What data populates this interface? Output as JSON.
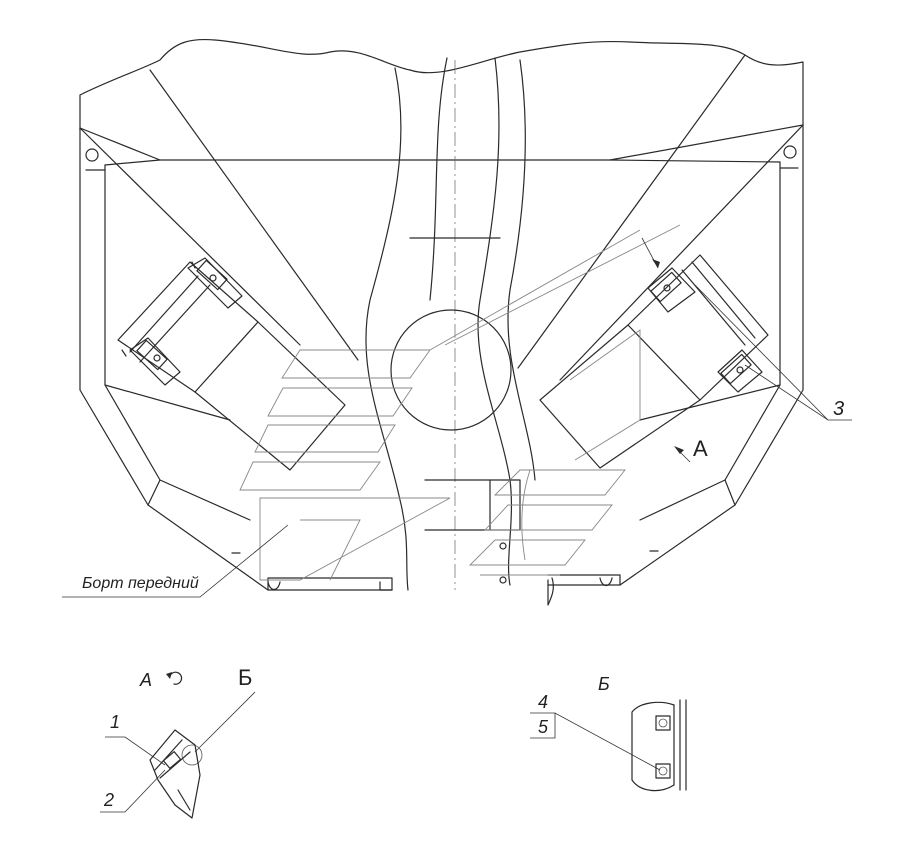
{
  "labels": {
    "front_side": "Борт передний",
    "view_a_arrow": "А",
    "callout_3": "3",
    "view_a_title": "А",
    "view_b_ref": "Б",
    "callout_1": "1",
    "callout_2": "2",
    "view_b_title": "Б",
    "callout_4": "4",
    "callout_5": "5"
  },
  "icons": {
    "rotation": "rotation-arrow-icon"
  }
}
